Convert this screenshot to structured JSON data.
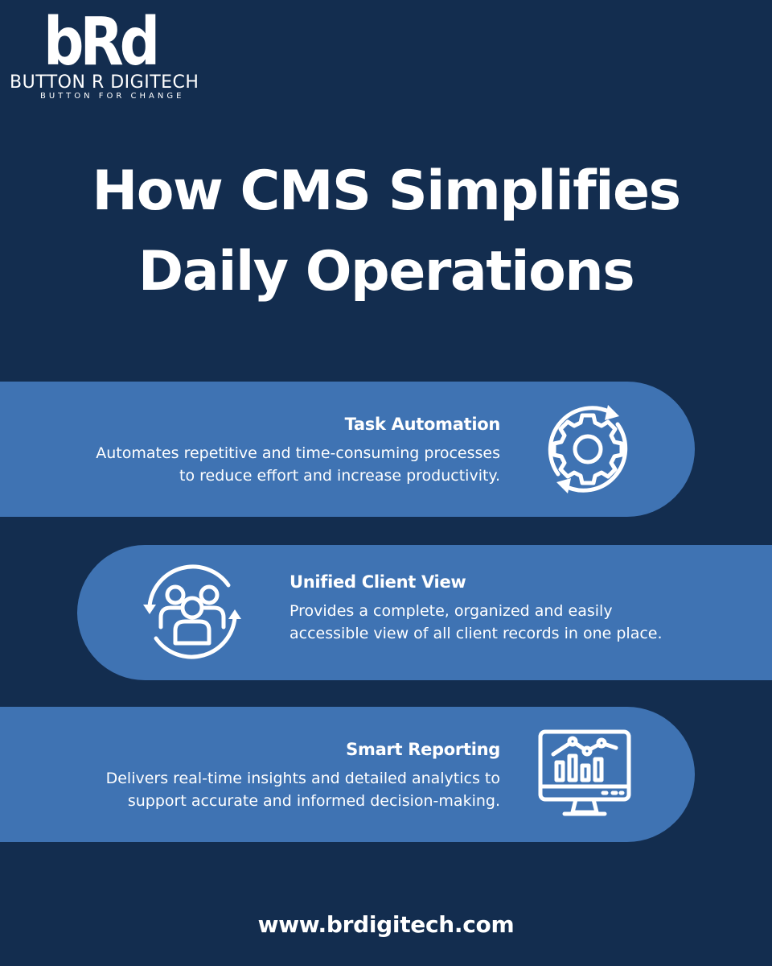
{
  "brand": {
    "logo_text": "bRd",
    "name": "BUTTON R DIGITECH",
    "tagline": "BUTTON FOR CHANGE"
  },
  "title": {
    "line1": "How CMS Simplifies",
    "line2": "Daily Operations"
  },
  "features": [
    {
      "title": "Task Automation",
      "description_line1": "Automates repetitive and time-consuming processes",
      "description_line2": "to reduce effort and increase productivity.",
      "icon": "gear-cycle-icon"
    },
    {
      "title": "Unified Client View",
      "description_line1": "Provides a complete, organized and easily",
      "description_line2": "accessible view of all client records in one place.",
      "icon": "client-group-icon"
    },
    {
      "title": "Smart Reporting",
      "description_line1": "Delivers real-time insights and detailed analytics to",
      "description_line2": "support accurate and informed decision-making.",
      "icon": "analytics-monitor-icon"
    }
  ],
  "footer": {
    "url": "www.brdigitech.com"
  },
  "colors": {
    "background": "#132d4f",
    "band": "#3f73b3",
    "text": "#ffffff"
  }
}
